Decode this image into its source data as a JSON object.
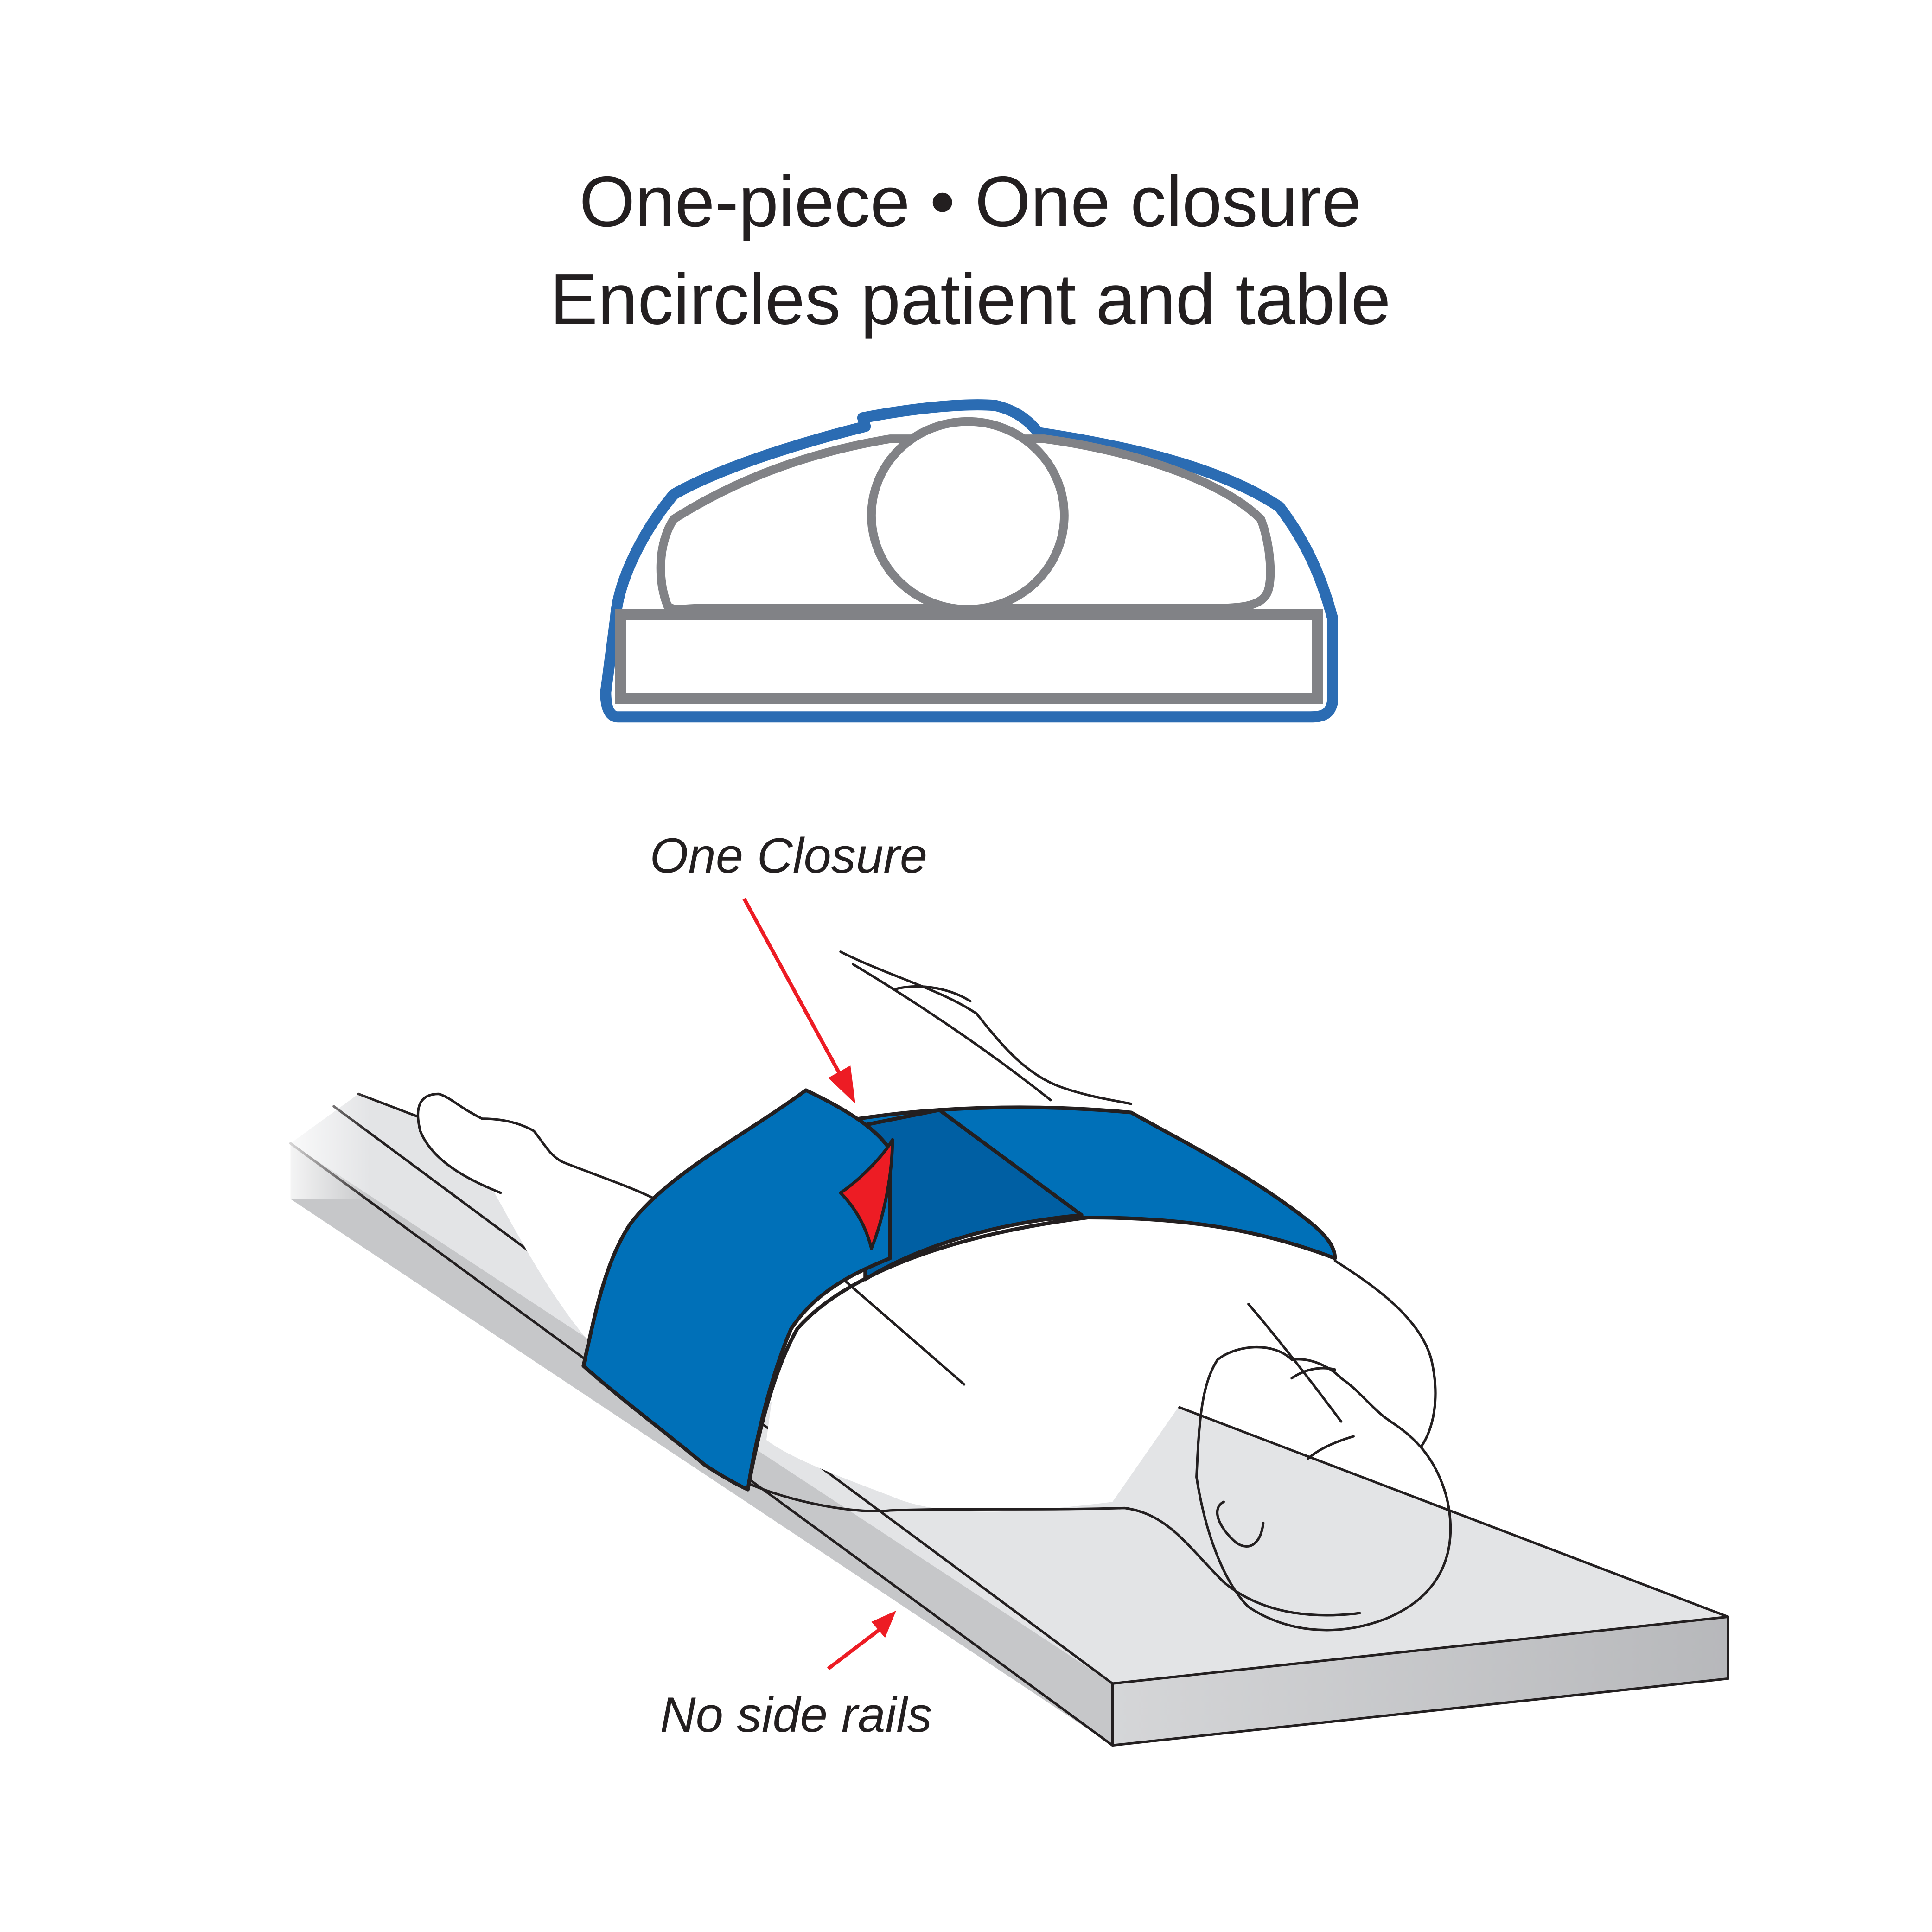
{
  "title": {
    "line1": "One-piece • One closure",
    "line2": "Encircles patient and table"
  },
  "callouts": {
    "closure": "One Closure",
    "rails": "No side rails"
  },
  "colors": {
    "belt_blue": "#0070b8",
    "belt_blue_dark": "#005fa3",
    "closure_red": "#ed1c24",
    "cross_section_blue": "#2b6cb3",
    "cross_section_gray": "#818286",
    "table_top": "#e3e4e6",
    "table_side": "#c6c7c9",
    "outline": "#231f20"
  }
}
